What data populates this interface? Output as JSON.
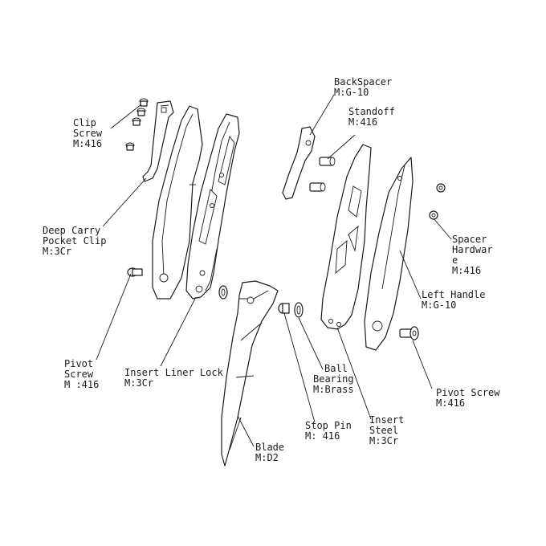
{
  "labels": {
    "clip_screw": [
      "Clip",
      "Screw",
      "M:416"
    ],
    "deep_carry_pocket_clip": [
      "Deep Carry",
      "Pocket Clip",
      "M:3Cr"
    ],
    "pivot_screw_left": [
      "Pivot",
      "Screw",
      "M :416"
    ],
    "insert_liner_lock": [
      "Insert Liner Lock",
      "M:3Cr"
    ],
    "backspacer": [
      "BackSpacer",
      "M:G-10"
    ],
    "standoff": [
      "Standoff",
      "M:416"
    ],
    "spacer_hardware": [
      "Spacer",
      "Hardwar",
      "e",
      "M:416"
    ],
    "left_handle": [
      "Left Handle",
      "M:G-10"
    ],
    "ball_bearing": [
      "Ball",
      "Bearing",
      "M:Brass"
    ],
    "pivot_screw_right": [
      "Pivot Screw",
      "M:416"
    ],
    "insert_steel": [
      "Insert",
      "Steel",
      "M:3Cr"
    ],
    "stop_pin": [
      "Stop Pin",
      "M: 416"
    ],
    "blade": [
      "Blade",
      "M:D2"
    ]
  }
}
